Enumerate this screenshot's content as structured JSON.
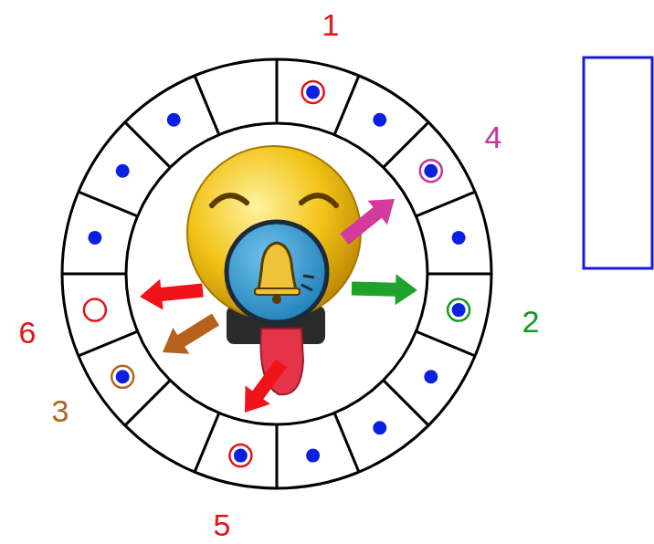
{
  "diagram": {
    "labels": [
      "1",
      "4",
      "2",
      "6",
      "3",
      "5"
    ]
  }
}
